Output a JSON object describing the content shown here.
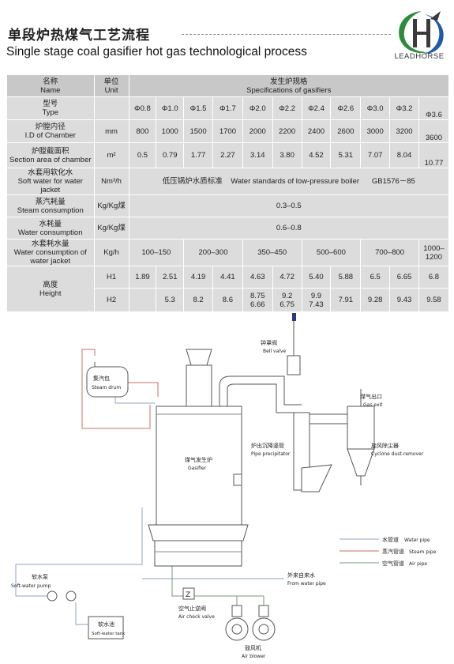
{
  "title_cn": "单段炉热煤气工艺流程",
  "title_en": "Single stage coal gasifier hot gas technological process",
  "brand": "LEADHORSE",
  "colors": {
    "table_header": "#c8c8c8",
    "table_body": "#dcdcdc",
    "water_pipe": "#8aa6c8",
    "steam_pipe": "#c86e6e",
    "air_pipe": "#7a9a7a"
  },
  "table": {
    "name_cn": "名称",
    "name_en": "Name",
    "unit_cn": "单位",
    "unit_en": "Unit",
    "spec_cn": "发生炉规格",
    "spec_en": "Specifications of gasifiers",
    "rows": {
      "type": {
        "cn": "型号",
        "en": "Type",
        "unit": "",
        "values": [
          "Φ0.8",
          "Φ1.0",
          "Φ1.5",
          "Φ1.7",
          "Φ2.0",
          "Φ2.2",
          "Φ2.4",
          "Φ2.6",
          "Φ3.0",
          "Φ3.2",
          "Φ3.6"
        ]
      },
      "id": {
        "cn": "炉膛内径",
        "en": "I.D of Chamber",
        "unit": "mm",
        "values": [
          "800",
          "1000",
          "1500",
          "1700",
          "2000",
          "2200",
          "2400",
          "2600",
          "3000",
          "3200",
          "3600"
        ]
      },
      "area": {
        "cn": "炉膛截面积",
        "en": "Section area of chamber",
        "unit": "m²",
        "values": [
          "0.5",
          "0.79",
          "1.77",
          "2.27",
          "3.14",
          "3.80",
          "4.52",
          "5.31",
          "7.07",
          "8.04",
          "10.77"
        ]
      },
      "softwater": {
        "cn": "水套用软化水",
        "en": "Soft water for water jacket",
        "unit": "Nm³/h",
        "value": "低压锅炉水质标准    Water standards of low-pressure boiler      GB1576－85"
      },
      "steam": {
        "cn": "蒸汽耗量",
        "en": "Steam consumption",
        "unit": "Kg/Kg煤",
        "value": "0.3–0.5"
      },
      "water": {
        "cn": "水耗量",
        "en": "Water consumption",
        "unit": "Kg/Kg煤",
        "value": "0.6–0.8"
      },
      "jacket": {
        "cn": "水套耗水量",
        "en1": "Water consumption of",
        "en2": "water jacket",
        "unit": "Kg/h",
        "values": [
          "100–150",
          "200–300",
          "350–450",
          "500–600",
          "700–800",
          "1000–",
          "1200"
        ]
      },
      "height": {
        "cn": "高度",
        "en": "Height",
        "h1": "H1",
        "h2": "H2",
        "h1_values": [
          "1.89",
          "2.51",
          "4.19",
          "4.41",
          "4.63",
          "4.72",
          "5.40",
          "5.88",
          "6.5",
          "6.65",
          "6.8"
        ],
        "h2_values": [
          "",
          "5.3",
          "8.2",
          "8.6",
          "8.75",
          "6.66",
          "9.2",
          "6.75",
          "9.9",
          "7.43",
          "7.91",
          "9.28",
          "9.43",
          "9.58"
        ]
      }
    }
  },
  "diagram": {
    "bell_valve_cn": "钟罩阀",
    "bell_valve_en": "Bell valve",
    "steam_drum_cn": "集汽包",
    "steam_drum_en": "Steam drum",
    "gas_exit_cn": "煤气出口",
    "gas_exit_en": "Gas exit",
    "gasifier_cn": "煤气发生炉",
    "gasifier_en": "Gasifier",
    "pipe_precip_cn": "炉出沉降竖管",
    "pipe_precip_en": "Pipe precipitator",
    "cyclone_cn": "旋风除尘器",
    "cyclone_en": "Cyclone dust-remover",
    "legend_water_cn": "水管道",
    "legend_water_en": "Water pipe",
    "legend_steam_cn": "蒸汽管道",
    "legend_steam_en": "Steam pipe",
    "legend_air_cn": "空气管道",
    "legend_air_en": "Air pipe",
    "from_water_cn": "外来自来水",
    "from_water_en": "From water pipe",
    "pump_cn": "软水泵",
    "pump_en": "Soft-water pump",
    "tank_cn": "软水池",
    "tank_en": "Soft-water tank",
    "air_check_cn": "空气止逆阀",
    "air_check_en": "Air check valve",
    "blower_cn": "鼓风机",
    "blower_en": "Air blower",
    "z_mark": "Z"
  }
}
